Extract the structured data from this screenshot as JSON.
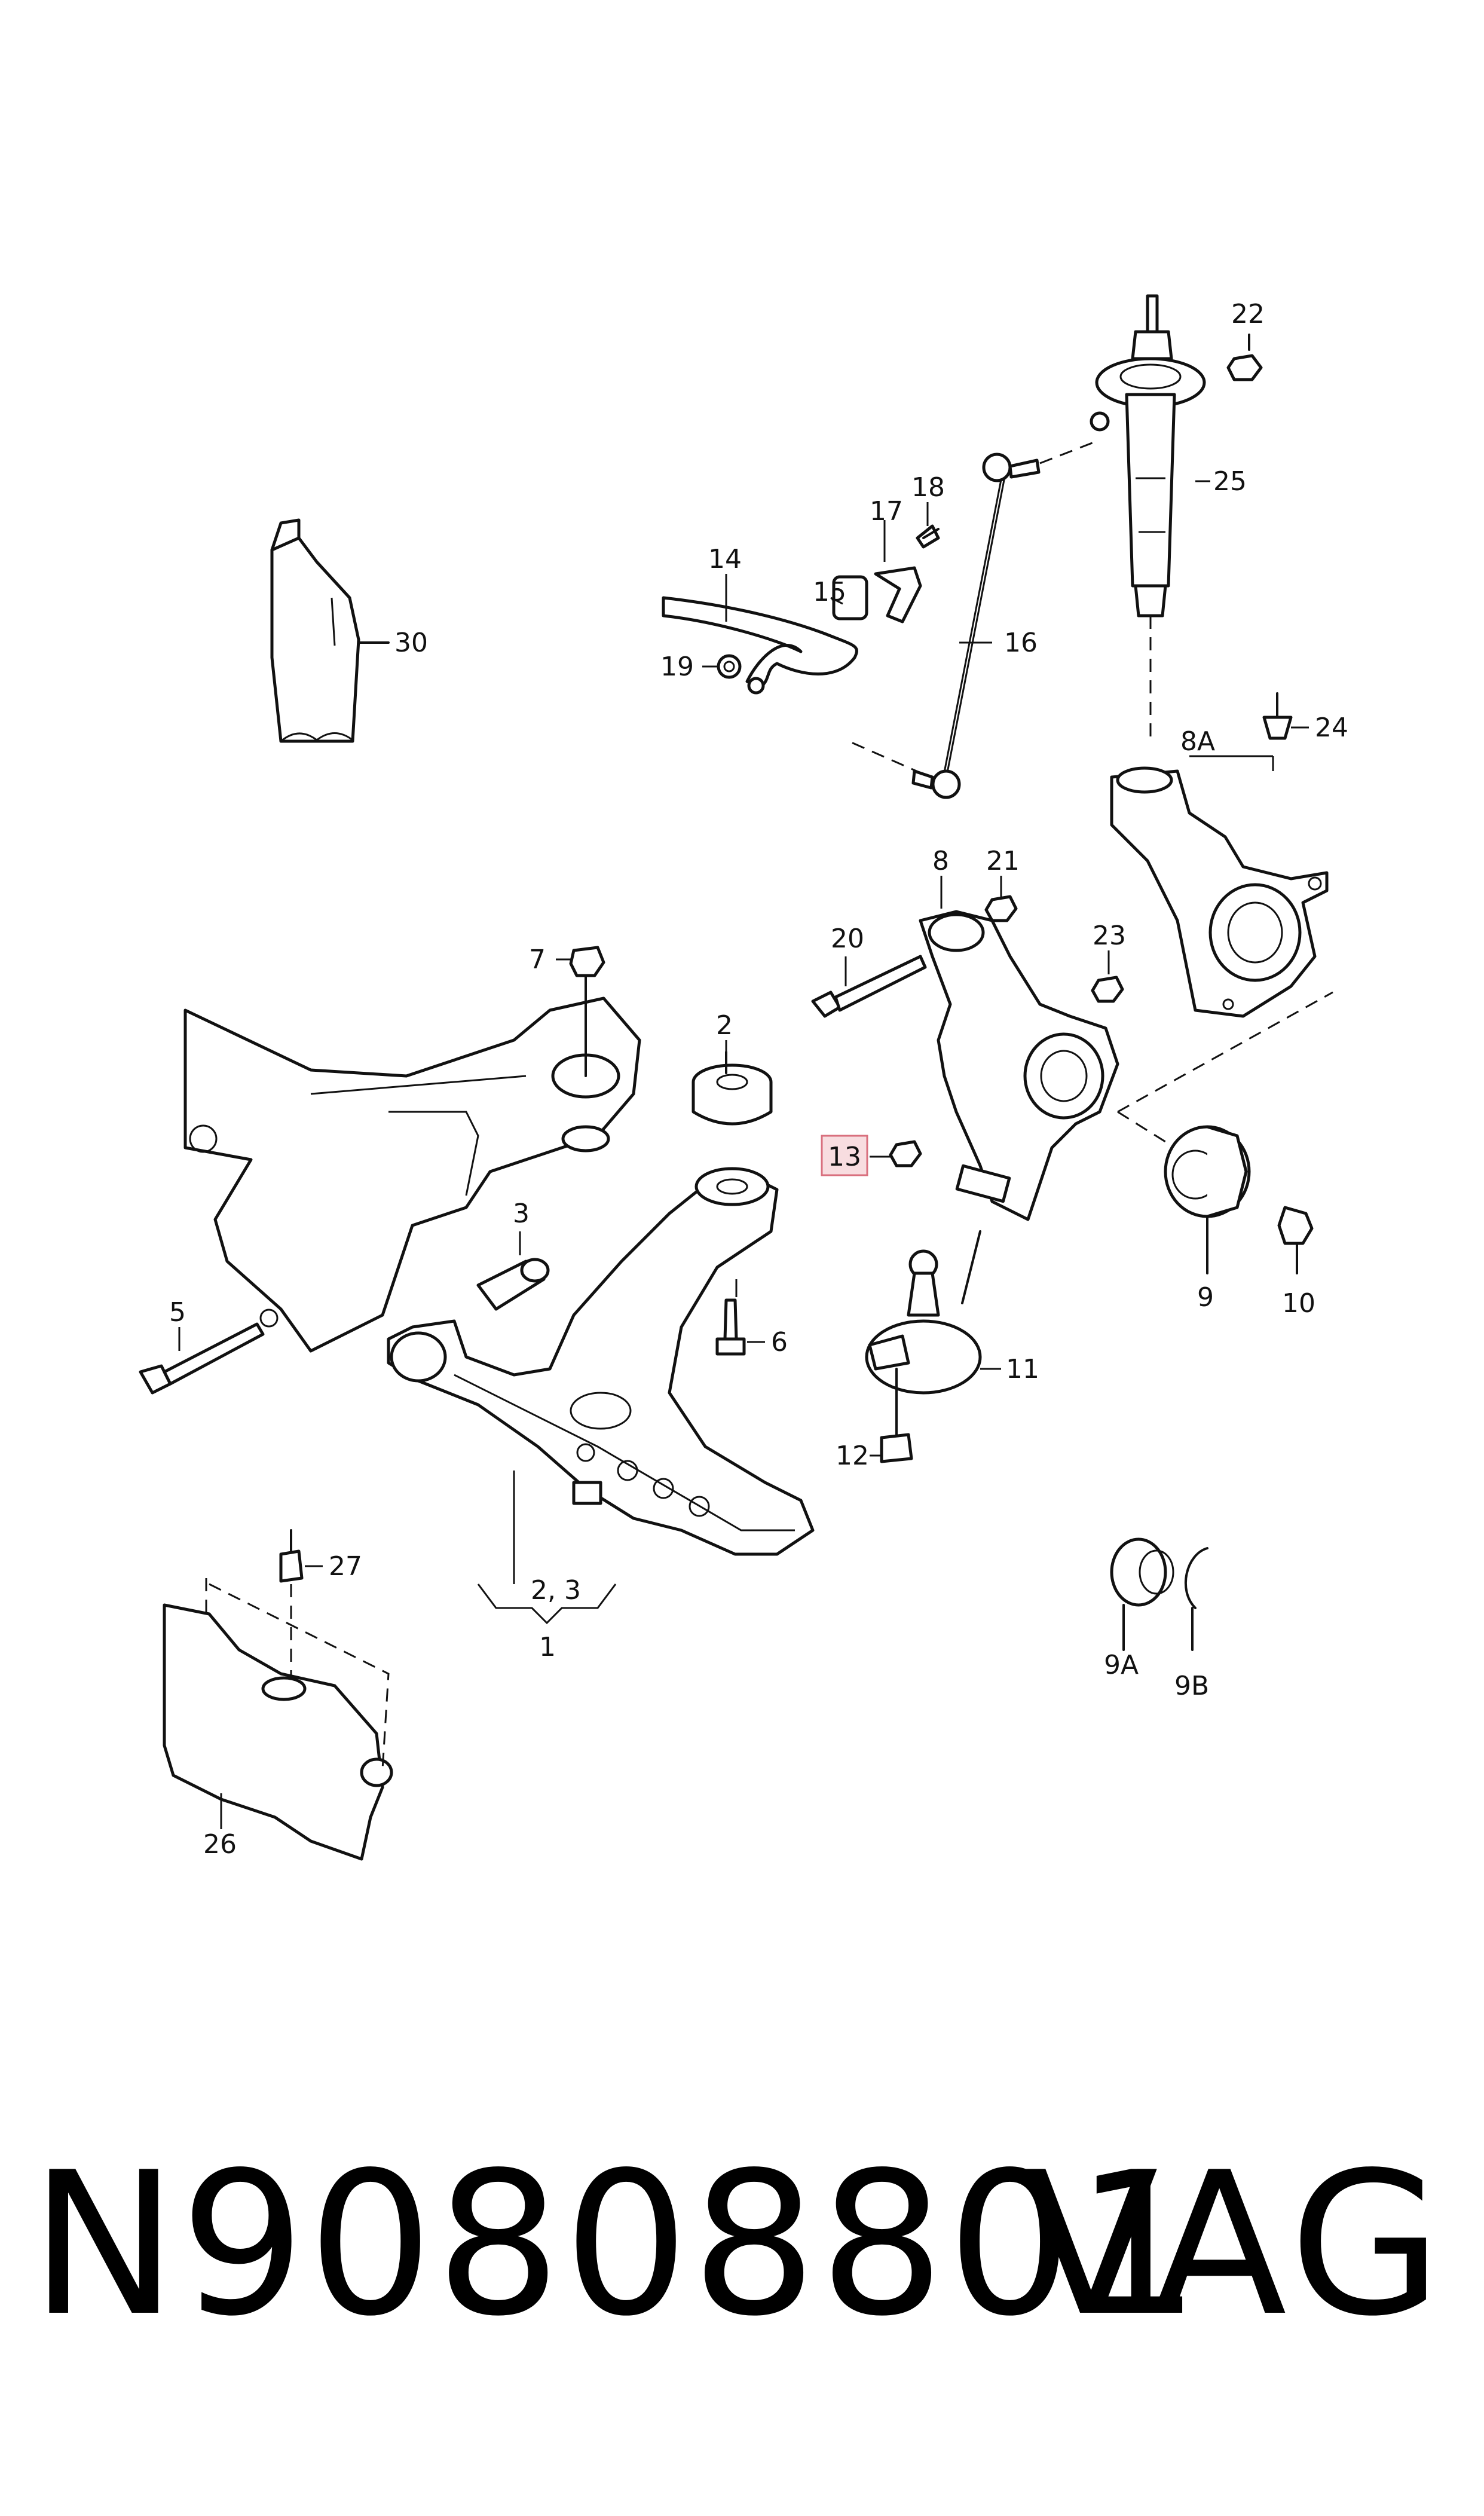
{
  "callouts": [
    {
      "id": "c1",
      "label": "1"
    },
    {
      "id": "c2",
      "label": "2"
    },
    {
      "id": "c23",
      "label": "2, 3"
    },
    {
      "id": "c3",
      "label": "3"
    },
    {
      "id": "c5",
      "label": "5"
    },
    {
      "id": "c6",
      "label": "6"
    },
    {
      "id": "c7",
      "label": "7"
    },
    {
      "id": "c8",
      "label": "8"
    },
    {
      "id": "c8a",
      "label": "8A"
    },
    {
      "id": "c9",
      "label": "9"
    },
    {
      "id": "c9a",
      "label": "9A"
    },
    {
      "id": "c9b",
      "label": "9B"
    },
    {
      "id": "c10",
      "label": "10"
    },
    {
      "id": "c11",
      "label": "11"
    },
    {
      "id": "c12",
      "label": "12"
    },
    {
      "id": "c13",
      "label": "13",
      "highlighted": true
    },
    {
      "id": "c14",
      "label": "14"
    },
    {
      "id": "c15",
      "label": "15"
    },
    {
      "id": "c16",
      "label": "16"
    },
    {
      "id": "c17",
      "label": "17"
    },
    {
      "id": "c18",
      "label": "18"
    },
    {
      "id": "c19",
      "label": "19"
    },
    {
      "id": "c20",
      "label": "20"
    },
    {
      "id": "c21",
      "label": "21"
    },
    {
      "id": "c22",
      "label": "22"
    },
    {
      "id": "c23b",
      "label": "23"
    },
    {
      "id": "c24",
      "label": "24"
    },
    {
      "id": "c25",
      "label": "25"
    },
    {
      "id": "c26",
      "label": "26"
    },
    {
      "id": "c27",
      "label": "27"
    },
    {
      "id": "c30",
      "label": "30"
    }
  ],
  "footer": {
    "part_number": "N90808801",
    "brand": "VAG"
  },
  "colors": {
    "highlight_fill": "#f8dde0",
    "highlight_border": "#d9707e",
    "line": "#111111"
  }
}
